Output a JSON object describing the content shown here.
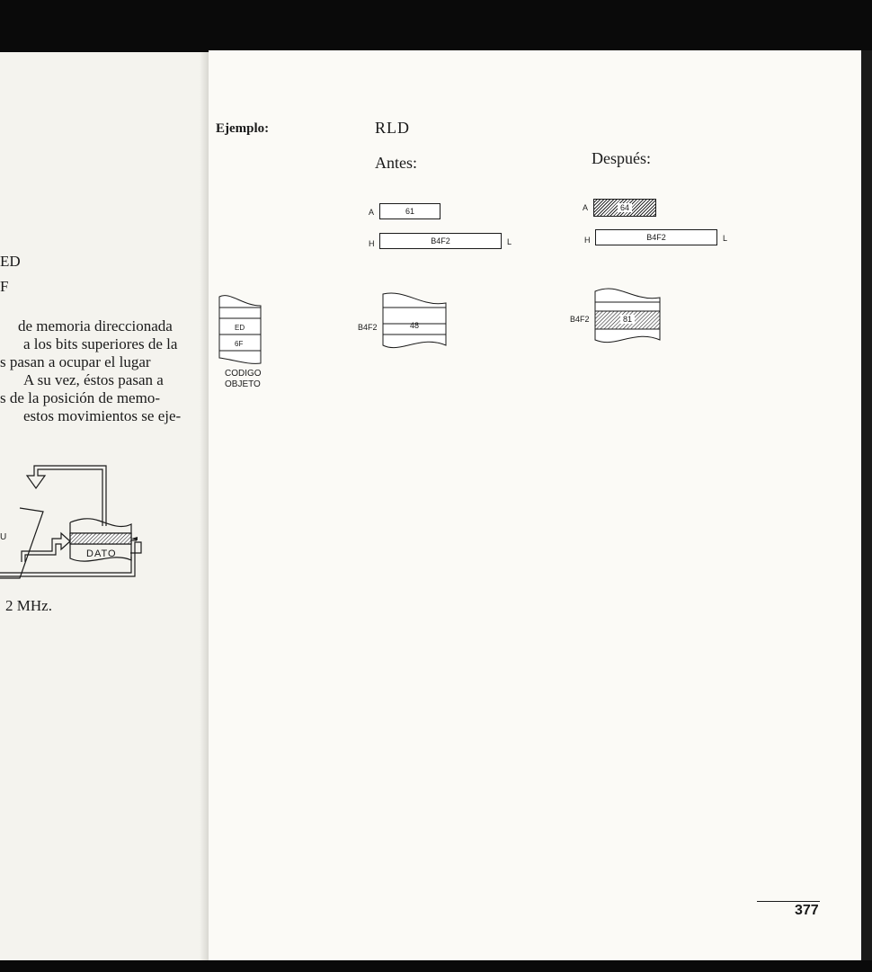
{
  "left_page": {
    "code_lines": [
      "ED",
      "F"
    ],
    "paragraph_lines": [
      "de memoria direccionada",
      "a los bits superiores de la",
      "s pasan a ocupar el lugar",
      "A su vez, éstos pasan a",
      "s de la posición de memo-",
      "estos movimientos se eje-"
    ],
    "diagram": {
      "data_label": "DATO",
      "cpu_label": "U"
    },
    "clock_text": "2 MHz."
  },
  "right_page": {
    "example_label": "Ejemplo:",
    "instruction": "RLD",
    "before_label": "Antes:",
    "after_label": "Después:",
    "before": {
      "reg_a_label": "A",
      "reg_a_value": "61",
      "reg_h_label": "H",
      "reg_hl_value": "B4F2",
      "reg_l_label": "L",
      "mem_address": "B4F2",
      "mem_value": "48"
    },
    "after": {
      "reg_a_label": "A",
      "reg_a_value": "64",
      "reg_h_label": "H",
      "reg_hl_value": "B4F2",
      "reg_l_label": "L",
      "mem_address": "B4F2",
      "mem_value": "81"
    },
    "object_code": {
      "bytes": [
        "ED",
        "6F"
      ],
      "caption_line1": "CODIGO",
      "caption_line2": "OBJETO"
    },
    "page_number": "377"
  }
}
